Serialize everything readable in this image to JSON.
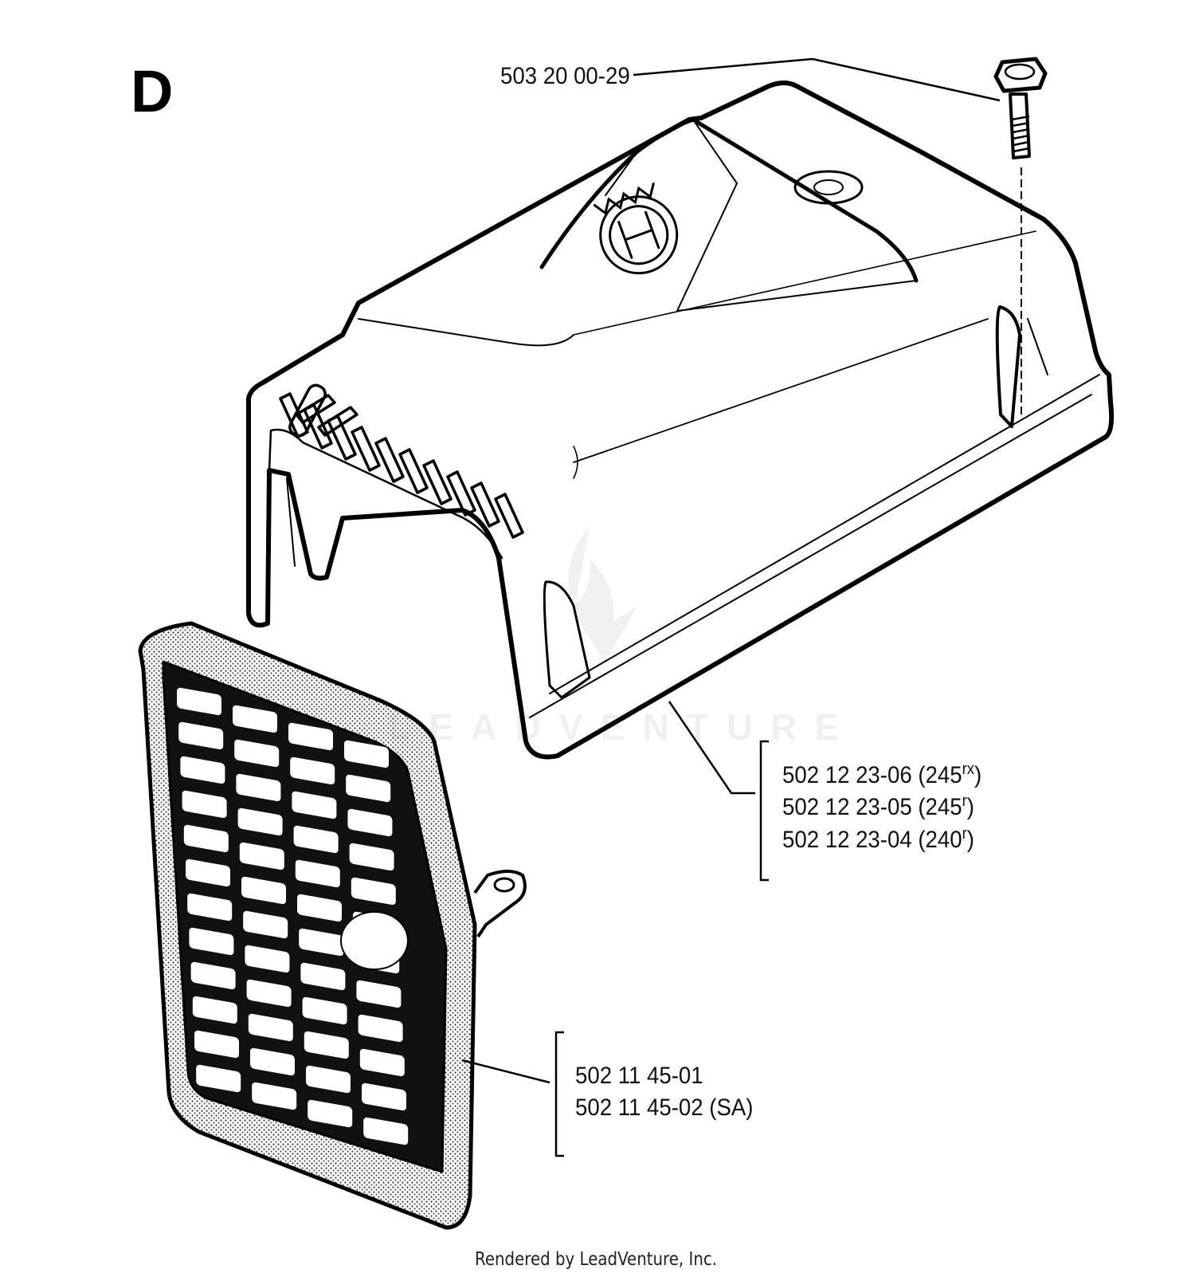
{
  "section_letter": "D",
  "watermark": "LEADVENTURE",
  "footer": "Rendered by LeadVenture, Inc.",
  "parts": {
    "screw": {
      "part_number": "503 20 00-29"
    },
    "cover": [
      {
        "part_number": "502 12 23-06",
        "model": "245",
        "suffix": "rx"
      },
      {
        "part_number": "502 12 23-05",
        "model": "245",
        "suffix": "r"
      },
      {
        "part_number": "502 12 23-04",
        "model": "240",
        "suffix": "r"
      }
    ],
    "grille": [
      {
        "label": "502 11 45-01"
      },
      {
        "label": "502 11 45-02 (SA)"
      }
    ]
  },
  "icons": [
    "screw-icon",
    "cylinder-cover-icon",
    "husqvarna-logo-icon",
    "air-grille-icon",
    "leadventure-watermark-icon"
  ]
}
